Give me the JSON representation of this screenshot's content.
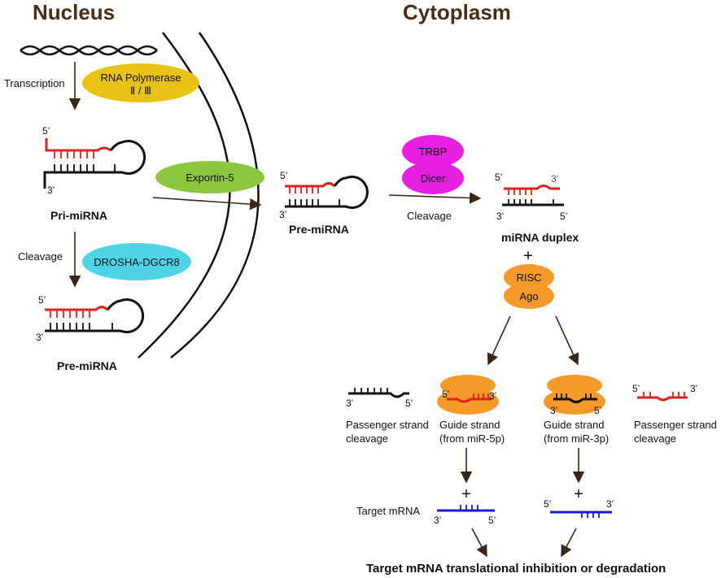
{
  "titles": {
    "nucleus": "Nucleus",
    "cytoplasm": "Cytoplasm"
  },
  "nucleus": {
    "transcription": "Transcription",
    "rna_pol_line1": "RNA Polymerase",
    "rna_pol_line2": "Ⅱ / Ⅲ",
    "pri_mirna": "Pri-miRNA",
    "cleavage": "Cleavage",
    "drosha": "DROSHA-DGCR8",
    "pre_mirna": "Pre-miRNA"
  },
  "export": {
    "exportin": "Exportin-5"
  },
  "cytoplasm": {
    "pre_mirna": "Pre-miRNA",
    "trbp": "TRBP",
    "dicer": "Dicer",
    "cleavage": "Cleavage",
    "duplex": "miRNA duplex",
    "plus": "+",
    "risc": "RISC",
    "ago": "Ago",
    "passenger_left_1": "Passenger strand",
    "passenger_left_2": "cleavage",
    "guide_5p_1": "Guide strand",
    "guide_5p_2": "(from miR-5p)",
    "guide_3p_1": "Guide strand",
    "guide_3p_2": "(from miR-3p)",
    "passenger_right_1": "Passenger strand",
    "passenger_right_2": "cleavage",
    "target_mrna": "Target mRNA",
    "final": "Target mRNA translational inhibition or degradation"
  },
  "ends": {
    "five": "5’",
    "three": "3’"
  },
  "colors": {
    "polymerase": "#e8c215",
    "exportin": "#8cc63f",
    "drosha": "#4fd4e6",
    "trbp_dicer": "#e61fe0",
    "risc_ago": "#f39a2b",
    "guide": "#e0201a",
    "passenger": "#111111",
    "target": "#1a1ad6",
    "arrow": "#3a2616"
  }
}
